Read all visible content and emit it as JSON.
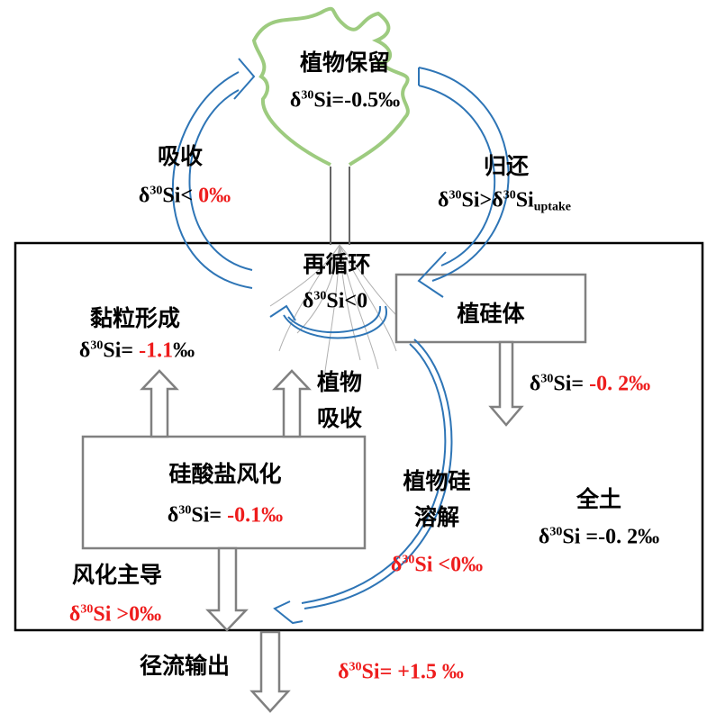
{
  "colors": {
    "arrow_blue": "#2e75b6",
    "leaf_green": "#9dcb7f",
    "box_gray": "#808080",
    "value_red": "#ee1c1c"
  },
  "symbol": {
    "delta": "δ",
    "iso": "30",
    "si": "Si"
  },
  "plant_retention": {
    "title": "植物保留",
    "value": "=-0.5‰"
  },
  "uptake": {
    "title": "吸收",
    "op": "< ",
    "value": "0‰"
  },
  "return": {
    "title": "归还",
    "op": ">",
    "sub": "uptake"
  },
  "recycle": {
    "title": "再循环",
    "value": "<0"
  },
  "phytolith": {
    "title": "植硅体",
    "op": "= ",
    "value": "-0. 2‰"
  },
  "clay": {
    "title": "黏粒形成",
    "op": "= ",
    "value": "-1.1",
    "unit": "‰"
  },
  "plant_uptake": {
    "line1": "植物",
    "line2": "吸收"
  },
  "silicate_weathering": {
    "title": "硅酸盐风化",
    "op": "= ",
    "value": "-0.1‰"
  },
  "weathering_dominant": {
    "title": "风化主导",
    "value": " >0‰"
  },
  "plant_si_dissolution": {
    "line1": "植物硅",
    "line2": "溶解",
    "value": " <0‰"
  },
  "whole_soil": {
    "title": "全土",
    "value": " =-0. 2‰"
  },
  "runoff": {
    "title": "径流输出",
    "value": "= +1.5 ‰"
  }
}
